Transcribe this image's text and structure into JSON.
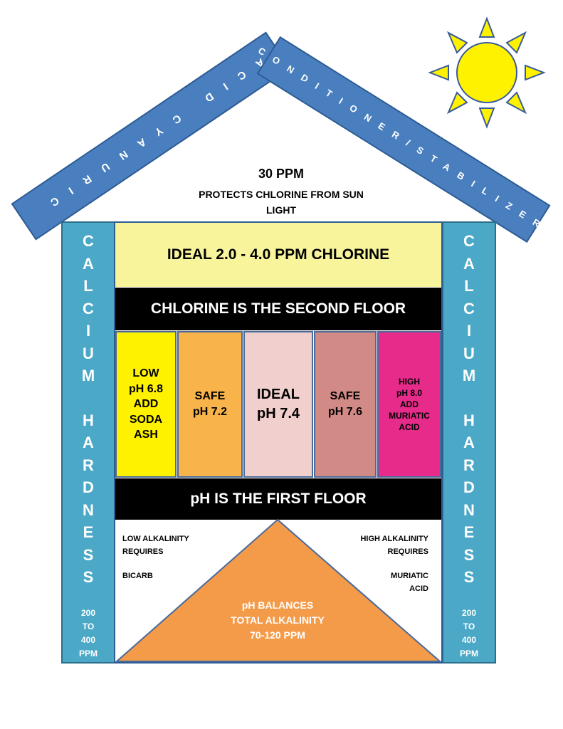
{
  "roof": {
    "left_beam": "ACID CYANURIC",
    "right_beam": "CONDITIONER/STABILIZER"
  },
  "attic": {
    "ppm": "30 PPM",
    "line1": "PROTECTS CHLORINE FROM SUN",
    "line2": "LIGHT"
  },
  "chlorine": {
    "ideal": "IDEAL 2.0 - 4.0 PPM CHLORINE",
    "floor_label": "CHLORINE IS THE SECOND FLOOR"
  },
  "ph_levels": [
    {
      "lines": [
        "LOW",
        "pH 6.8",
        "ADD",
        "SODA",
        "ASH"
      ]
    },
    {
      "lines": [
        "SAFE",
        "pH 7.2"
      ]
    },
    {
      "lines": [
        "IDEAL",
        "pH 7.4"
      ]
    },
    {
      "lines": [
        "SAFE",
        "pH 7.6"
      ]
    },
    {
      "lines": [
        "HIGH",
        "pH 8.0",
        "ADD",
        "MURIATIC",
        "ACID"
      ]
    }
  ],
  "ph_floor_label": "pH IS THE FIRST FLOOR",
  "alkalinity": {
    "low_label": [
      "LOW ALKALINITY",
      "REQUIRES"
    ],
    "low_fix": "BICARB",
    "high_label": [
      "HIGH ALKALINITY",
      "REQUIRES"
    ],
    "high_fix": [
      "MURIATIC",
      "ACID"
    ],
    "pyramid": [
      "pH BALANCES",
      "TOTAL ALKALINITY",
      "70-120 PPM"
    ]
  },
  "columns": {
    "word1": [
      "C",
      "A",
      "L",
      "C",
      "I",
      "U",
      "M"
    ],
    "word2": [
      "H",
      "A",
      "R",
      "D",
      "N",
      "E",
      "S",
      "S"
    ],
    "ppm": [
      "200",
      "TO",
      "400",
      "PPM"
    ]
  },
  "colors": {
    "roof": "#4a7fbf",
    "column": "#4ba8c6",
    "chlorine": "#f7f49c",
    "low": "#fff200",
    "safe_low": "#f8b34a",
    "ideal": "#f1cfcd",
    "safe_high": "#d18a85",
    "high": "#e62b8a",
    "pyramid": "#f49b4a",
    "sun": "#fff200"
  }
}
